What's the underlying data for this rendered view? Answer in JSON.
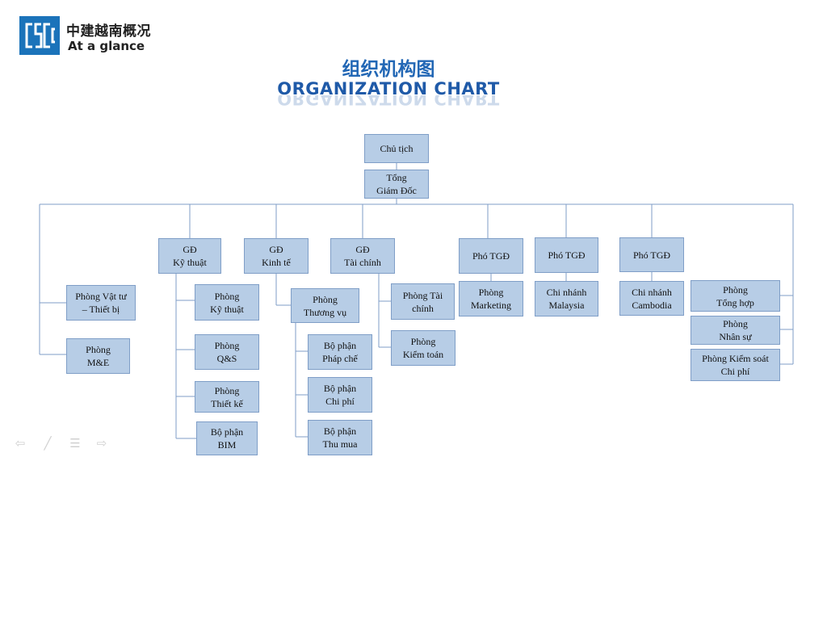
{
  "header": {
    "brand_cn": "中建越南概况",
    "brand_en": "At a glance",
    "title_cn": "组织机构图",
    "title_en": "ORGANIZATION CHART"
  },
  "colors": {
    "box_fill": "#b7cde6",
    "box_border": "#7f9ec7",
    "line": "#7f9ec7",
    "title": "#2267b5",
    "logo": "#1b73ba"
  },
  "org": {
    "chairman": "Chủ tịch",
    "ceo": "Tổng\nGiám Đốc",
    "gd_ky_thuat": "GĐ\nKỹ thuật",
    "gd_kinh_te": "GĐ\nKinh tế",
    "gd_tai_chinh": "GĐ\nTài chính",
    "pho_tgd_1": "Phó TGĐ",
    "pho_tgd_2": "Phó TGĐ",
    "pho_tgd_3": "Phó TGĐ",
    "phong_vat_tu": "Phòng Vật tư\n– Thiết bị",
    "phong_me": "Phòng\nM&E",
    "phong_ky_thuat": "Phòng\nKỹ thuật",
    "phong_qs": "Phòng\nQ&S",
    "phong_thiet_ke": "Phòng\nThiết kế",
    "bo_phan_bim": "Bộ phận\nBIM",
    "phong_thuong_vu": "Phòng\nThương vụ",
    "bo_phan_phap_che": "Bộ phận\nPháp chế",
    "bo_phan_chi_phi": "Bộ phận\nChi phí",
    "bo_phan_thu_mua": "Bộ phận\nThu mua",
    "phong_tai_chinh": "Phòng Tài\nchính",
    "phong_kiem_toan": "Phòng\nKiểm toán",
    "phong_marketing": "Phòng\nMarketing",
    "chi_nhanh_malaysia": "Chi nhánh\nMalaysia",
    "chi_nhanh_cambodia": "Chi nhánh\nCambodia",
    "phong_tong_hop": "Phòng\nTổng hợp",
    "phong_nhan_su": "Phòng\nNhân sự",
    "phong_kiem_soat_chi_phi": "Phòng Kiểm soát\nChi phí"
  },
  "nav": {
    "prev_icon": "arrow-left-icon",
    "pen_icon": "pen-icon",
    "menu_icon": "menu-icon",
    "next_icon": "arrow-right-icon"
  }
}
